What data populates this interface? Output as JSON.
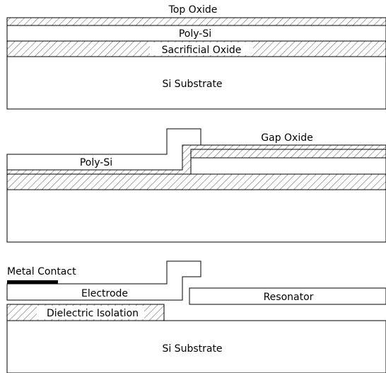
{
  "panel1": {
    "top_oxide": "Top Oxide",
    "poly_si": "Poly-Si",
    "sacrificial_oxide": "Sacrificial Oxide",
    "substrate": "Si Substrate"
  },
  "panel2": {
    "gap_oxide": "Gap Oxide",
    "poly_si": "Poly-Si"
  },
  "panel3": {
    "metal_contact": "Metal Contact",
    "electrode": "Electrode",
    "resonator": "Resonator",
    "dielectric_isolation": "Dielectric Isolation",
    "substrate": "Si Substrate"
  }
}
